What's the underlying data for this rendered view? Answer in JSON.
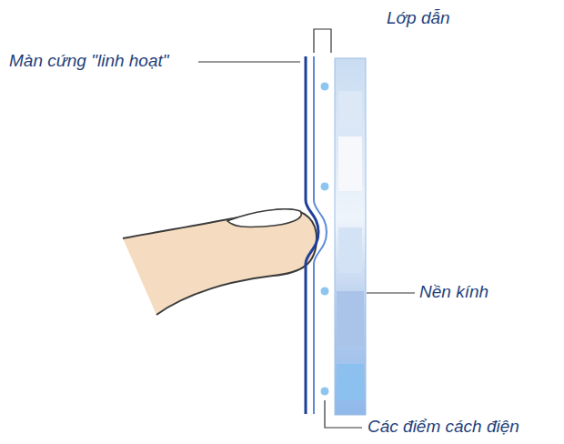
{
  "diagram": {
    "labels": [
      "Lớp dẫn",
      "Màn cứng \"linh hoạt\"",
      "Nền kính",
      "Các điểm cách điện"
    ]
  }
}
